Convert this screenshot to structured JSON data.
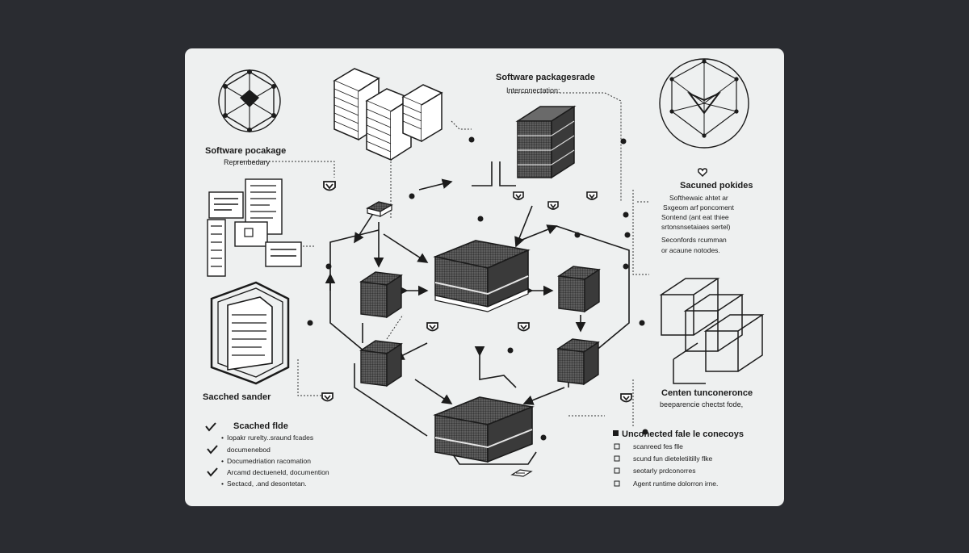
{
  "top_center": {
    "title": "Software packagesrade",
    "subtitle": "Interconectation:"
  },
  "left_top": {
    "title": "Software pocakage",
    "subtitle": "Reprenbedary"
  },
  "left_mid": {
    "title": "Sacched sander"
  },
  "left_bottom": {
    "items": [
      {
        "text": "Scached flde",
        "marker": "check"
      },
      {
        "text": "Iopakr rurelty..sraund fcades",
        "marker": "bullet"
      },
      {
        "text": "documenebod",
        "marker": "check"
      },
      {
        "text": "Documedriation racomation",
        "marker": "bullet"
      },
      {
        "text": "Arcamd dectueneld, documention",
        "marker": "check"
      },
      {
        "text": "Sectacd, .and desontetan.",
        "marker": "bullet"
      }
    ]
  },
  "right_top": {
    "title": "Sacuned pokides",
    "items": [
      "Softhewaic ahtet  ar",
      "Sxgeom arf poncoment",
      "Sontend (ant eat thiee",
      "srtonsnsetaiaes sertel)",
      "Seconfords rcumman",
      "or acaune notodes."
    ]
  },
  "right_mid": {
    "title": "Centen tunconeronce",
    "subtitle": "beeparencie chectst fode,"
  },
  "right_bottom": {
    "title": "Unconected fale le conecoys",
    "items": [
      "scanreed fes flle",
      "scund fun dieteletiitilly flke",
      "seotarly prdconorres",
      "Agent runtime dolorron irne."
    ]
  }
}
